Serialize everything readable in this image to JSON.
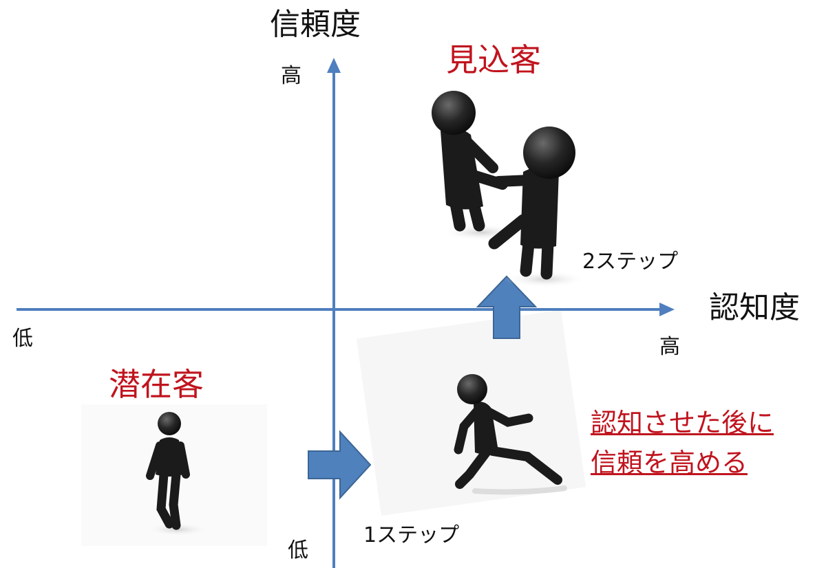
{
  "axes": {
    "y_title": "信頼度",
    "x_title": "認知度",
    "y_high": "高",
    "y_low": "低",
    "x_high": "高",
    "x_low": "低"
  },
  "segments": {
    "latent": "潜在客",
    "prospect": "見込客"
  },
  "steps": {
    "step1": "1ステップ",
    "step2": "2ステップ"
  },
  "note": {
    "line1": "認知させた後に",
    "line2": "信頼を高める"
  },
  "colors": {
    "axis": "#4f7fbe",
    "arrow_fill": "#4f81bd",
    "arrow_stroke": "#3c6595",
    "accent_red": "#c0141e",
    "figure": "#1b1b1b"
  },
  "icons": [
    "walking-figure-icon",
    "running-figure-icon",
    "handshake-figures-icon"
  ]
}
